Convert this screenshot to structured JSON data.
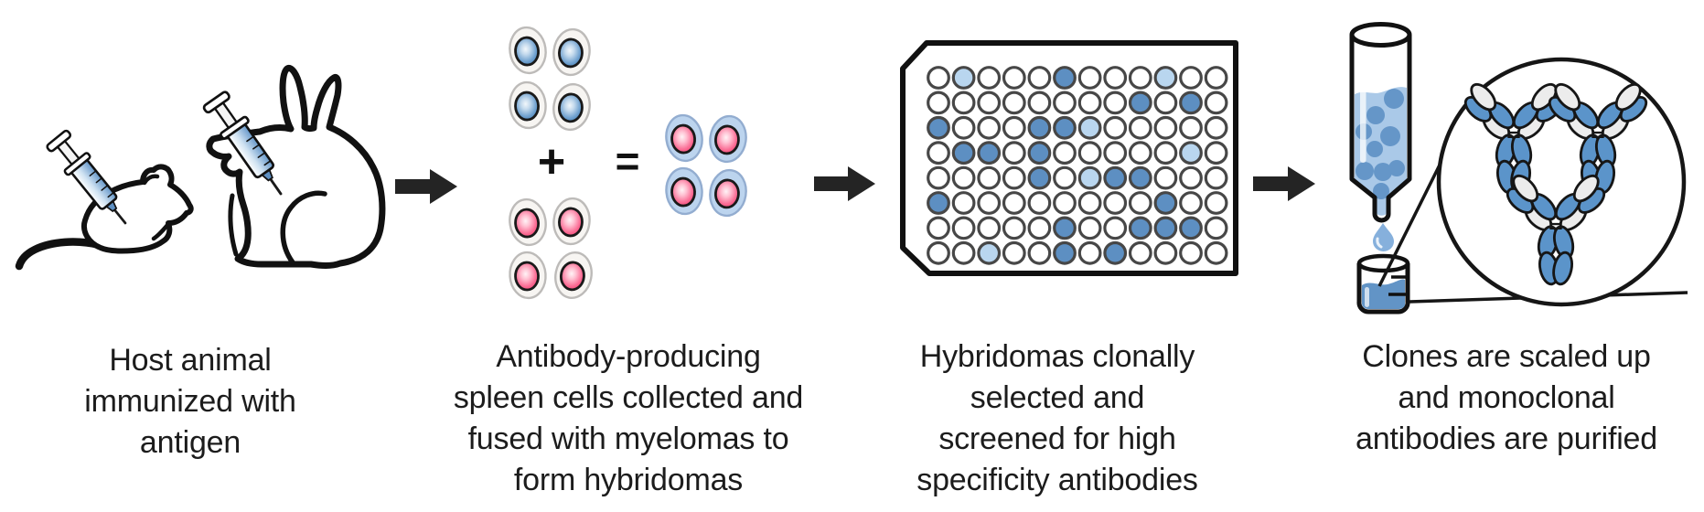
{
  "colors": {
    "outline": "#1a1a1a",
    "arrow": "#242424",
    "well_dark": "#5d8fc2",
    "well_light": "#b9d6ef",
    "well_empty": "#ffffff",
    "well_ring": "#474747",
    "cell_membrane_white": "#f7f5f2",
    "cell_membrane_blue": "#bcd4ee",
    "nucleus_blue": "#447eb5",
    "nucleus_pink": "#f23f70",
    "liquid_blue": "#aac9e8",
    "bubble_blue": "#6596c8",
    "beaker_liquid": "#6294c6",
    "antibody_blue": "#5b94ca",
    "antibody_gray": "#ececec"
  },
  "operators": {
    "plus": "+",
    "equals": "="
  },
  "steps": [
    {
      "caption": [
        "Host animal",
        "immunized with",
        "antigen"
      ]
    },
    {
      "caption": [
        "Antibody-producing",
        "spleen cells collected and",
        "fused with myelomas to",
        "form hybridomas"
      ]
    },
    {
      "caption": [
        "Hybridomas clonally",
        "selected and",
        "screened for high",
        "specificity antibodies"
      ]
    },
    {
      "caption": [
        "Clones are scaled up",
        "and monoclonal",
        "antibodies are purified"
      ]
    }
  ],
  "plate": {
    "rows": 8,
    "cols": 12,
    "wells": [
      "WLWWWDWWWLWW",
      "WWWWWWWWDWDW",
      "DWWWDDLWWWWW",
      "WDDWDWWWWWLW",
      "WWWWDWLDDWWW",
      "DWWWWWWWWDWW",
      "WWWWWDWWDDDW",
      "WWLWWDWDWWWW"
    ],
    "legend": {
      "W": "empty well",
      "L": "light positive well",
      "D": "dark positive well"
    }
  }
}
